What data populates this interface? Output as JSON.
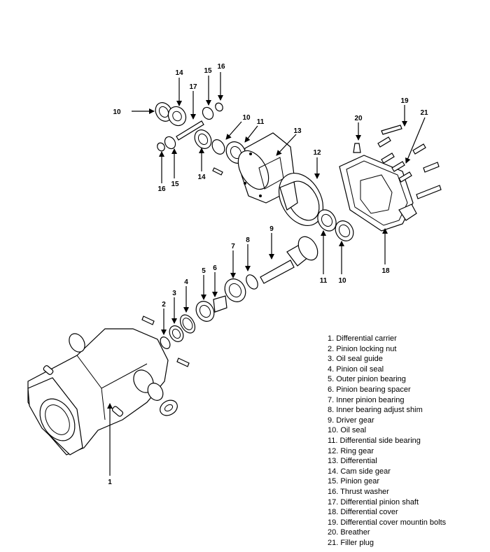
{
  "callouts": [
    "1",
    "2",
    "3",
    "4",
    "5",
    "6",
    "7",
    "8",
    "9",
    "10",
    "11",
    "12",
    "13",
    "14",
    "15",
    "16",
    "17",
    "18",
    "19",
    "20",
    "21"
  ],
  "legend": [
    "1. Differential carrier",
    "2. Pinion locking nut",
    "3. Oil seal guide",
    "4. Pinion oil seal",
    "5. Outer pinion bearing",
    "6. Pinion bearing spacer",
    "7. Inner pinion bearing",
    "8. Inner bearing adjust shim",
    "9. Driver gear",
    "10. Oil seal",
    "11. Differential side bearing",
    "12. Ring gear",
    "13. Differential",
    "14. Cam side gear",
    "15. Pinion gear",
    "16. Thrust washer",
    "17. Differential pinion shaft",
    "18. Differential cover",
    "19. Differential cover mountin bolts",
    "20. Breather",
    "21. Filler plug"
  ]
}
